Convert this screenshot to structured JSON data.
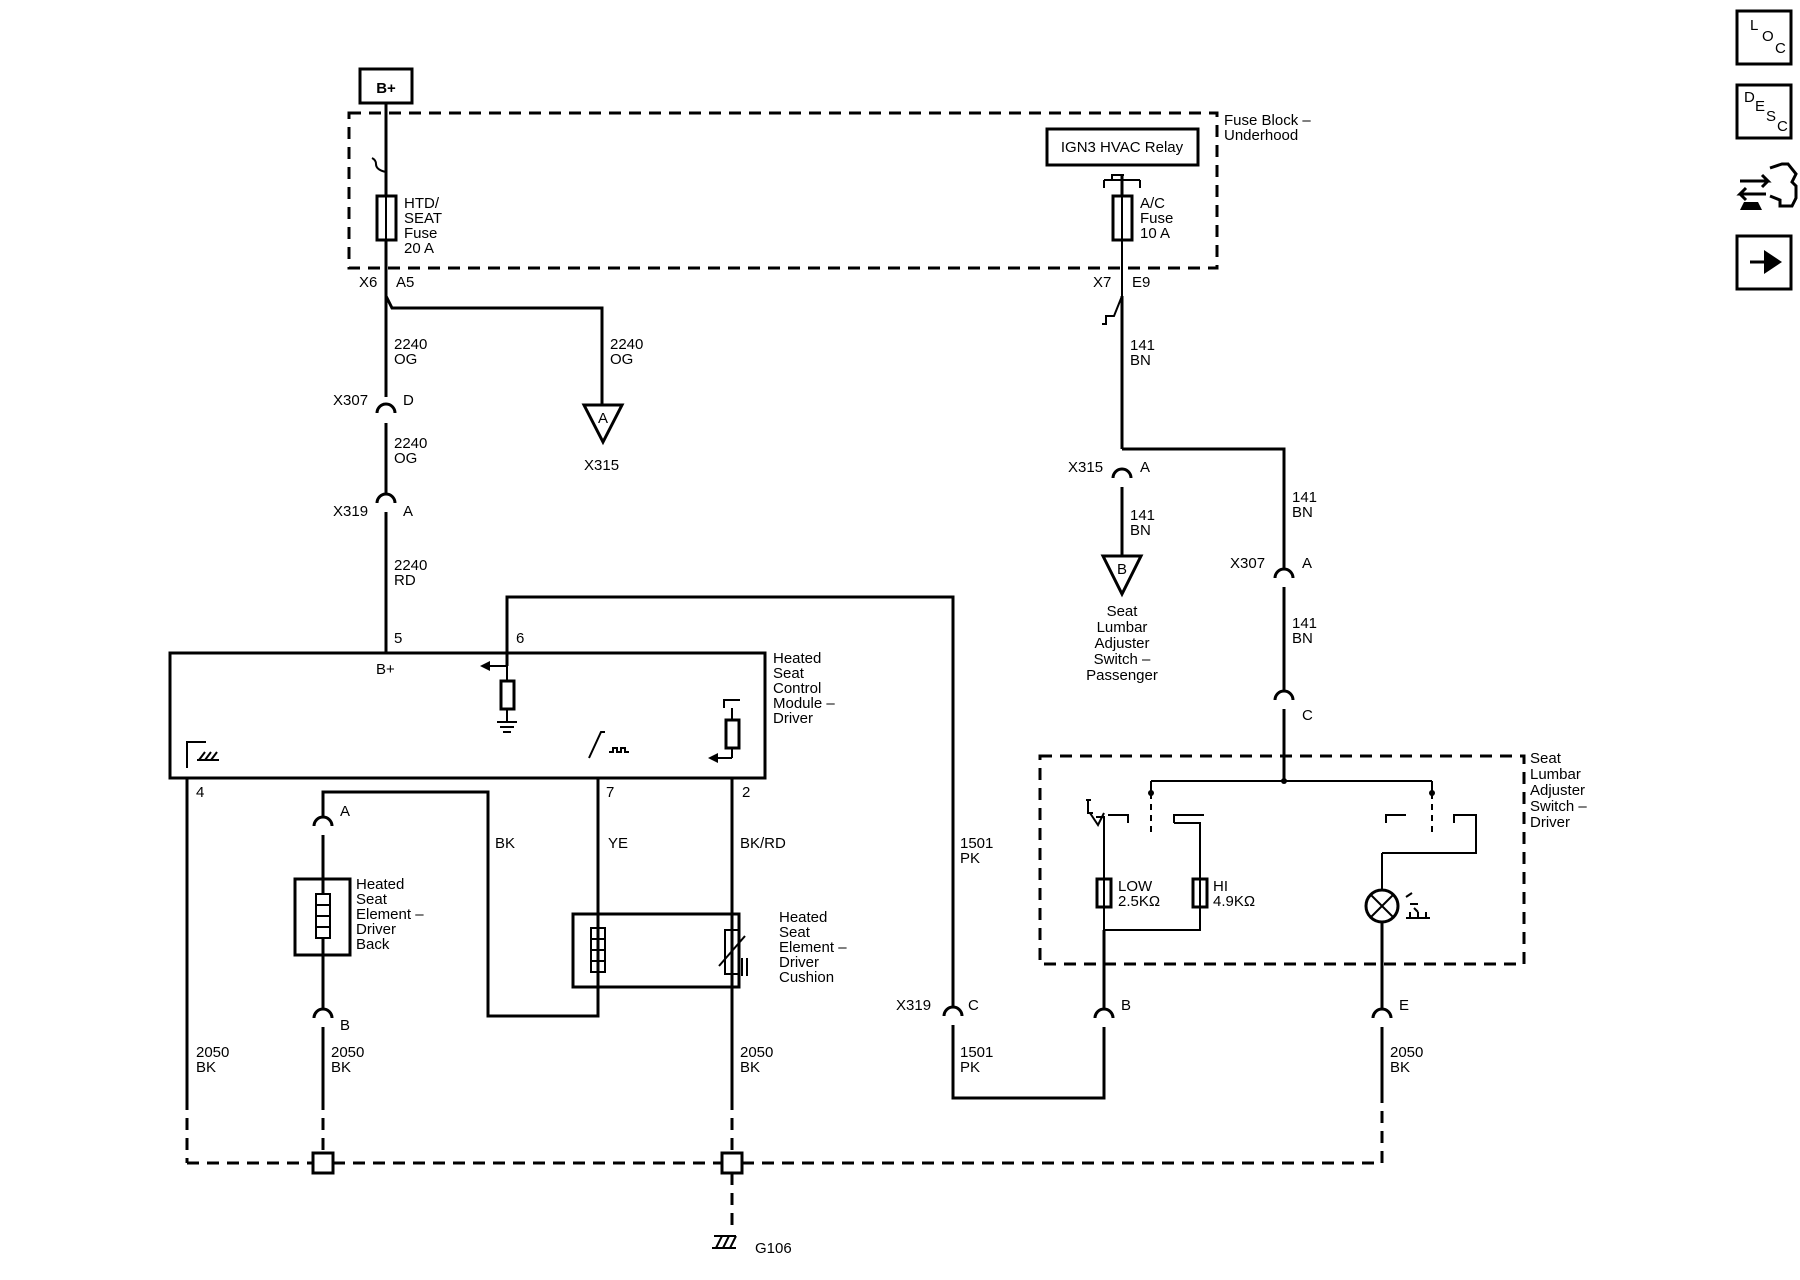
{
  "power": {
    "bplus": "B+",
    "relay": "IGN3 HVAC Relay"
  },
  "fuse_block": {
    "line1": "Fuse Block –",
    "line2": "Underhood"
  },
  "fuse_htd": {
    "l1": "HTD/",
    "l2": "SEAT",
    "l3": "Fuse",
    "l4": "20 A"
  },
  "fuse_ac": {
    "l1": "A/C",
    "l2": "Fuse",
    "l3": "10 A"
  },
  "connectors": {
    "x6": "X6",
    "a5": "A5",
    "x7": "X7",
    "e9": "E9",
    "x307": "X307",
    "x319": "X319",
    "x315": "X315",
    "a": "A",
    "b": "B",
    "c": "C",
    "d": "D",
    "e": "E"
  },
  "wires": {
    "c2240": "2240",
    "og": "OG",
    "rd": "RD",
    "c141": "141",
    "bn": "BN",
    "c1501": "1501",
    "pk": "PK",
    "c2050": "2050",
    "bk": "BK",
    "ye": "YE",
    "bkrd": "BK/RD"
  },
  "pins": {
    "p5": "5",
    "p6": "6",
    "p4": "4",
    "p7": "7",
    "p2": "2"
  },
  "module": {
    "bplus": "B+",
    "l1": "Heated",
    "l2": "Seat",
    "l3": "Control",
    "l4": "Module –",
    "l5": "Driver"
  },
  "element_back": {
    "l1": "Heated",
    "l2": "Seat",
    "l3": "Element –",
    "l4": "Driver",
    "l5": "Back"
  },
  "element_cushion": {
    "l1": "Heated",
    "l2": "Seat",
    "l3": "Element –",
    "l4": "Driver",
    "l5": "Cushion"
  },
  "lumbar_passenger": {
    "l1": "Seat",
    "l2": "Lumbar",
    "l3": "Adjuster",
    "l4": "Switch –",
    "l5": "Passenger"
  },
  "lumbar_driver": {
    "l1": "Seat",
    "l2": "Lumbar",
    "l3": "Adjuster",
    "l4": "Switch –",
    "l5": "Driver"
  },
  "resistors": {
    "low": "LOW",
    "low_val": "2.5KΩ",
    "hi": "HI",
    "hi_val": "4.9KΩ"
  },
  "ground": {
    "label": "G106"
  },
  "offpage": {
    "a": "A",
    "b": "B"
  },
  "nav": {
    "loc": {
      "l": "L",
      "o": "O",
      "c": "C"
    },
    "desc": {
      "d": "D",
      "e": "E",
      "s": "S",
      "c": "C"
    }
  }
}
